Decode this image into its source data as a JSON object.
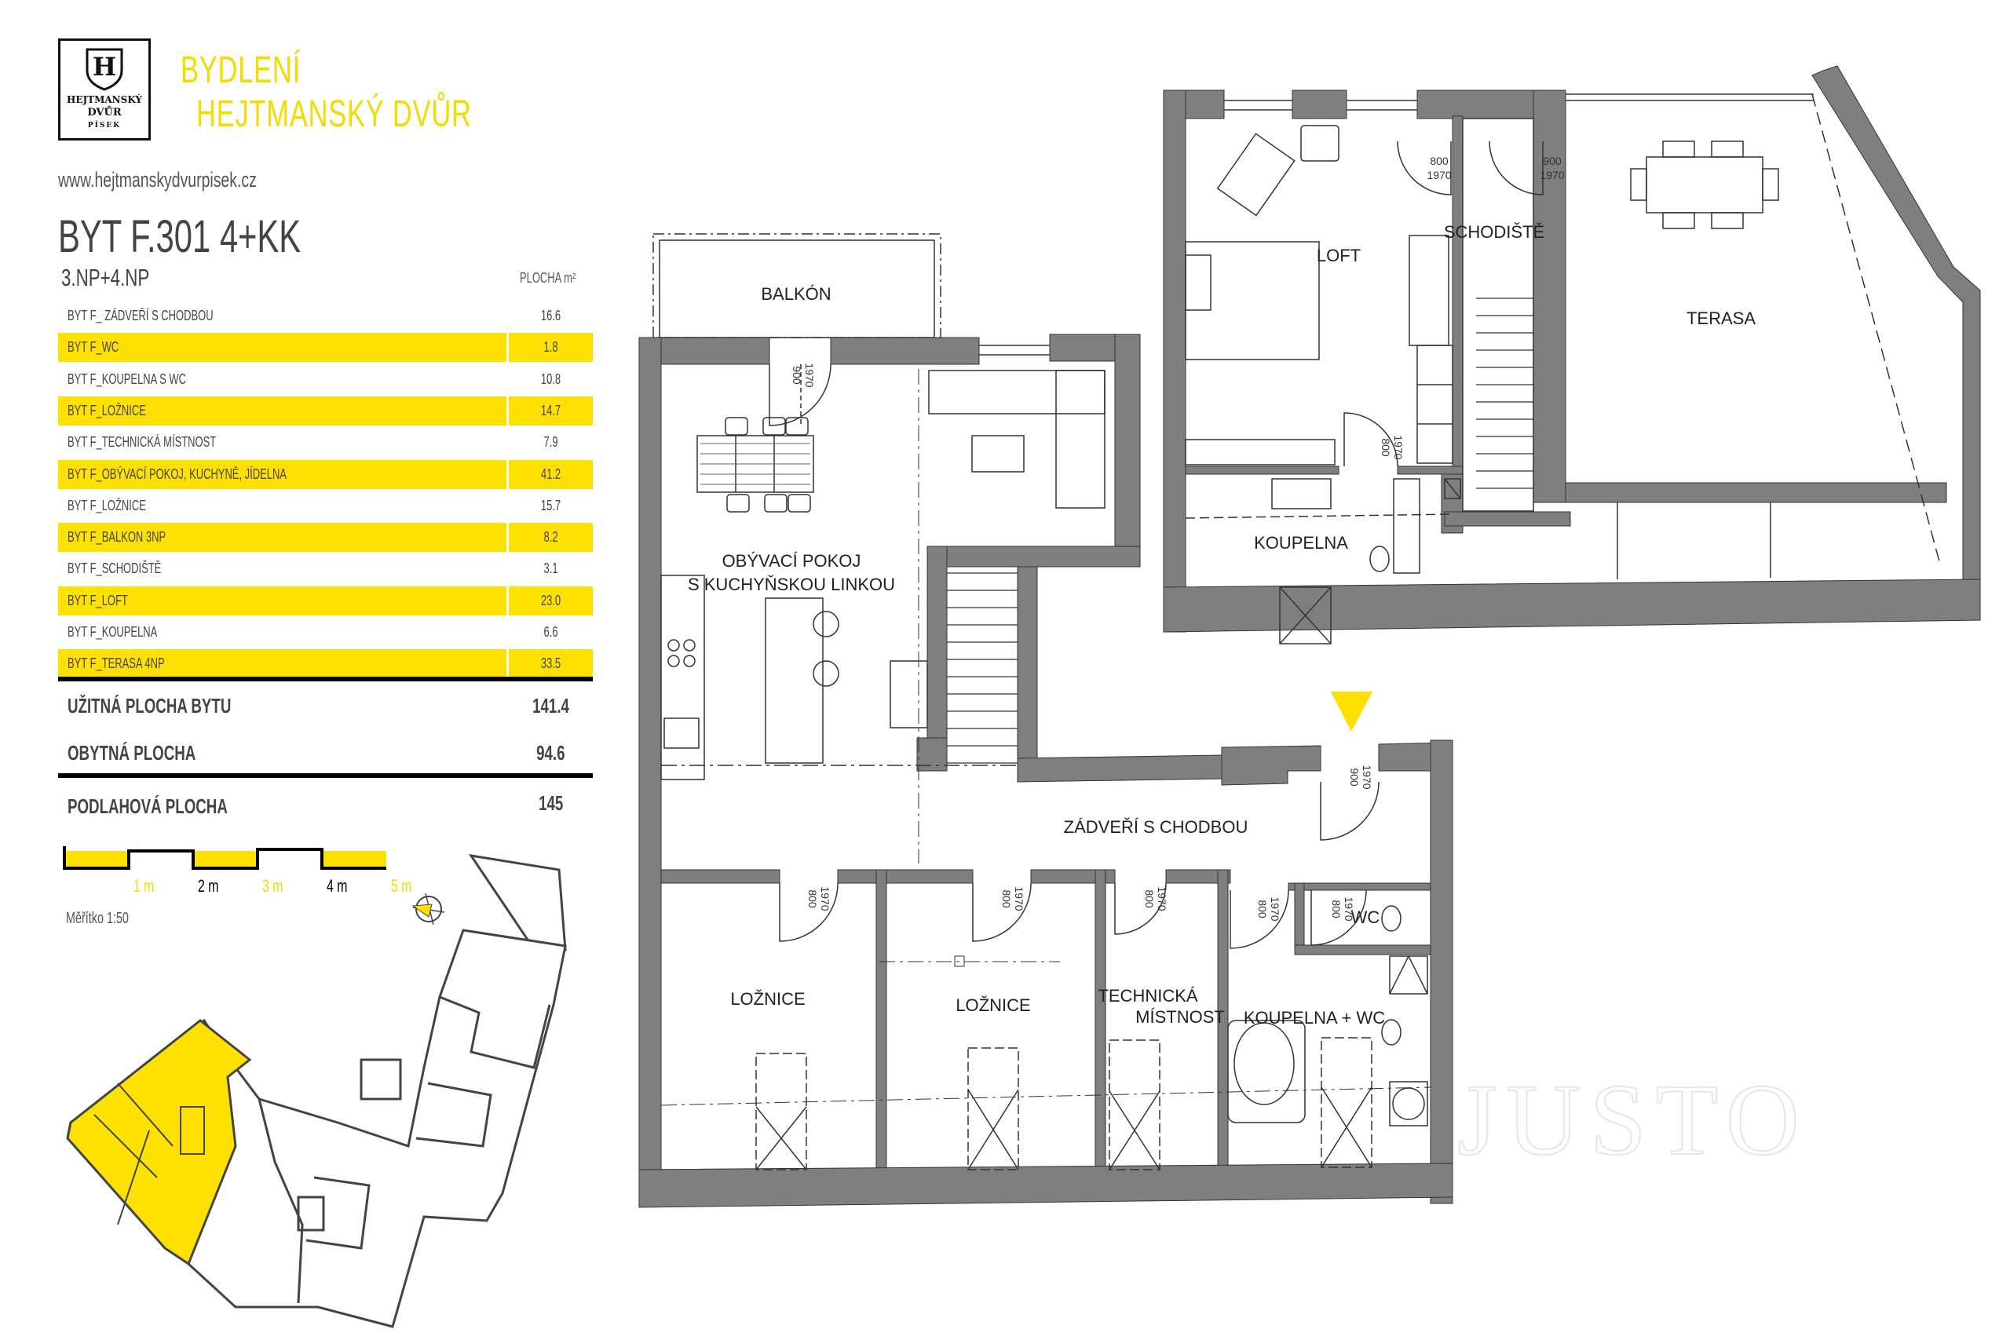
{
  "colors": {
    "accent_yellow": "#ffe100",
    "wall_gray": "#7f7f7f",
    "text_gray": "#444444"
  },
  "logo": {
    "letter": "H",
    "line1": "HEJTMANSKÝ",
    "line2": "DVŮR",
    "line3": "PÍSEK"
  },
  "brand": {
    "line1": "BYDLENÍ",
    "line2": "HEJTMANSKÝ DVŮR"
  },
  "website": "www.hejtmanskydvurpisek.cz",
  "unit": {
    "title": "BYT F.301   4+KK",
    "floors": "3.NP+4.NP",
    "area_header": "PLOCHA m²"
  },
  "rooms": [
    {
      "name": "BYT F_ ZÁDVEŘÍ S CHODBOU",
      "area": "16.6",
      "highlighted": false
    },
    {
      "name": "BYT F_WC",
      "area": "1.8",
      "highlighted": true
    },
    {
      "name": "BYT F_KOUPELNA S WC",
      "area": "10.8",
      "highlighted": false
    },
    {
      "name": "BYT F_LOŽNICE",
      "area": "14.7",
      "highlighted": true
    },
    {
      "name": "BYT F_TECHNICKÁ MÍSTNOST",
      "area": "7.9",
      "highlighted": false
    },
    {
      "name": "BYT F_OBÝVACÍ POKOJ, KUCHYNĚ, JÍDELNA",
      "area": "41.2",
      "highlighted": true
    },
    {
      "name": "BYT F_LOŽNICE",
      "area": "15.7",
      "highlighted": false
    },
    {
      "name": "BYT F_BALKON 3NP",
      "area": "8.2",
      "highlighted": true
    },
    {
      "name": "BYT F_SCHODIŠTĚ",
      "area": "3.1",
      "highlighted": false
    },
    {
      "name": "BYT F_LOFT",
      "area": "23.0",
      "highlighted": true
    },
    {
      "name": "BYT F_KOUPELNA",
      "area": "6.6",
      "highlighted": false
    },
    {
      "name": "BYT F_TERASA 4NP",
      "area": "33.5",
      "highlighted": true
    }
  ],
  "summary": {
    "usable_label": "UŽITNÁ PLOCHA BYTU",
    "usable_value": "141.4",
    "living_label": "OBYTNÁ PLOCHA",
    "living_value": "94.6",
    "floor_label": "PODLAHOVÁ PLOCHA",
    "floor_value": "145"
  },
  "scale": {
    "ticks": [
      "1 m",
      "2 m",
      "3 m",
      "4 m",
      "5 m"
    ],
    "label": "Měřítko 1:50"
  },
  "plan_labels": {
    "balcony": "BALKÓN",
    "living1": "OBÝVACÍ POKOJ",
    "living2": "S KUCHYŇSKOU LINKOU",
    "hall": "ZÁDVEŘÍ S CHODBOU",
    "bedroom1": "LOŽNICE",
    "bedroom2": "LOŽNICE",
    "tech1": "TECHNICKÁ",
    "tech2": "MÍSTNOST",
    "bath_wc": "KOUPELNA + WC",
    "wc": "WC",
    "loft": "LOFT",
    "stairs": "SCHODIŠTĚ",
    "terrace": "TERASA",
    "bath": "KOUPELNA"
  },
  "doors": {
    "w800": "800",
    "w900": "900",
    "h1970": "1970"
  },
  "watermark": "JUSTO"
}
